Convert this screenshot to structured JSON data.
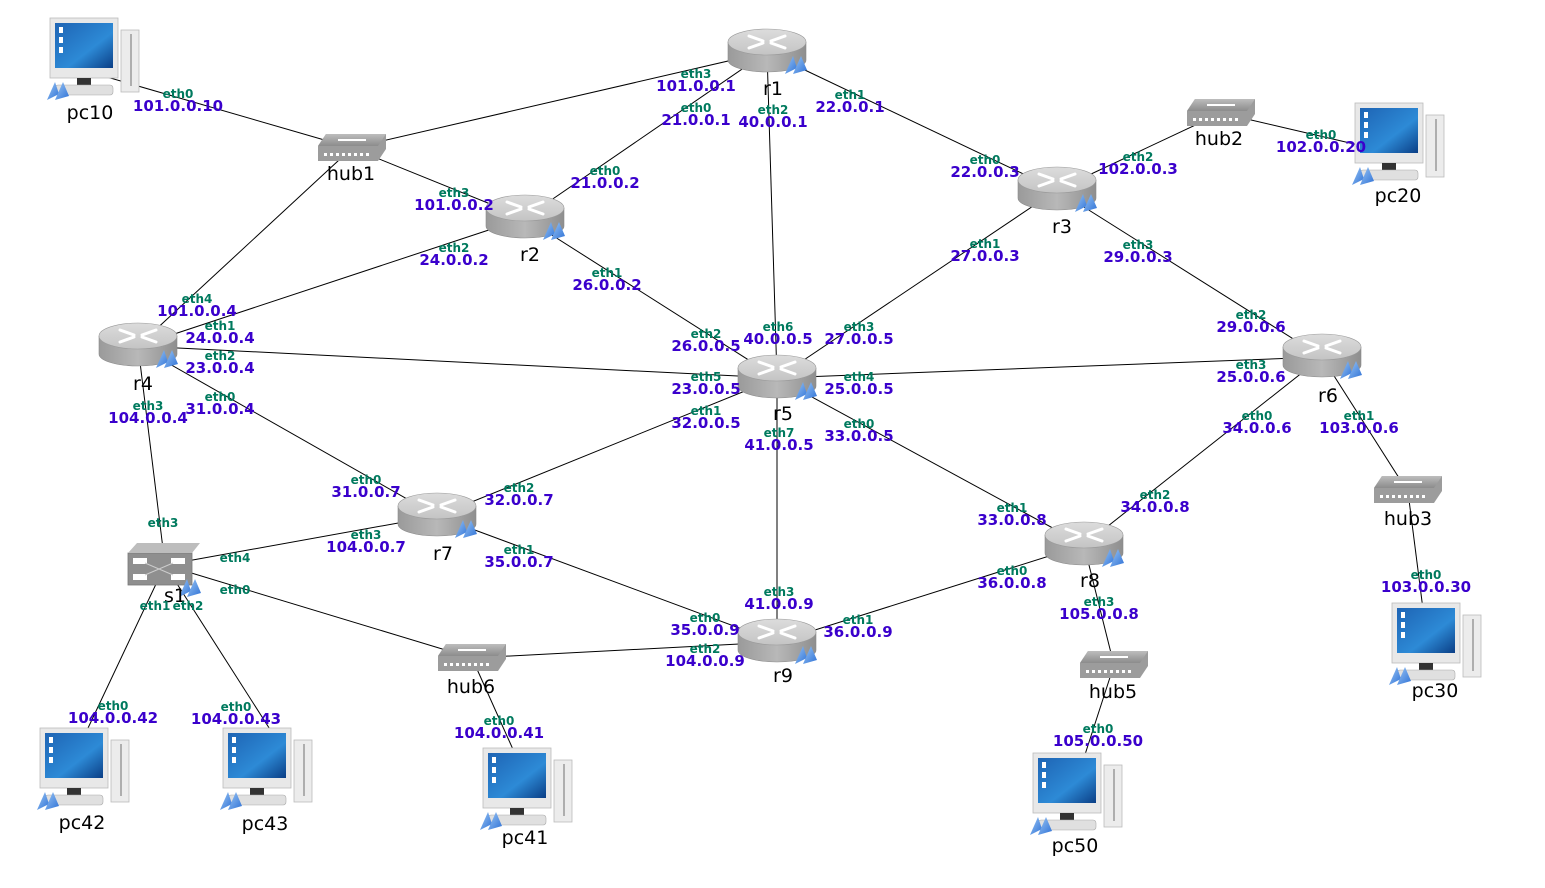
{
  "title": "Network topology",
  "colors": {
    "iface_name": "#007a5e",
    "iface_ip": "#3a00cc",
    "link": "#000000"
  },
  "nodes": [
    {
      "id": "pc10",
      "label": "pc10",
      "type": "pc",
      "icon": "desktop-computer-icon"
    },
    {
      "id": "pc20",
      "label": "pc20",
      "type": "pc",
      "icon": "desktop-computer-icon"
    },
    {
      "id": "pc30",
      "label": "pc30",
      "type": "pc",
      "icon": "desktop-computer-icon"
    },
    {
      "id": "pc41",
      "label": "pc41",
      "type": "pc",
      "icon": "desktop-computer-icon"
    },
    {
      "id": "pc42",
      "label": "pc42",
      "type": "pc",
      "icon": "desktop-computer-icon"
    },
    {
      "id": "pc43",
      "label": "pc43",
      "type": "pc",
      "icon": "desktop-computer-icon"
    },
    {
      "id": "pc50",
      "label": "pc50",
      "type": "pc",
      "icon": "desktop-computer-icon"
    },
    {
      "id": "hub1",
      "label": "hub1",
      "type": "hub",
      "icon": "hub-icon"
    },
    {
      "id": "hub2",
      "label": "hub2",
      "type": "hub",
      "icon": "hub-icon"
    },
    {
      "id": "hub3",
      "label": "hub3",
      "type": "hub",
      "icon": "hub-icon"
    },
    {
      "id": "hub5",
      "label": "hub5",
      "type": "hub",
      "icon": "hub-icon"
    },
    {
      "id": "hub6",
      "label": "hub6",
      "type": "hub",
      "icon": "hub-icon"
    },
    {
      "id": "s1",
      "label": "s1",
      "type": "switch",
      "icon": "switch-icon"
    },
    {
      "id": "r1",
      "label": "r1",
      "type": "router",
      "icon": "router-icon"
    },
    {
      "id": "r2",
      "label": "r2",
      "type": "router",
      "icon": "router-icon"
    },
    {
      "id": "r3",
      "label": "r3",
      "type": "router",
      "icon": "router-icon"
    },
    {
      "id": "r4",
      "label": "r4",
      "type": "router",
      "icon": "router-icon"
    },
    {
      "id": "r5",
      "label": "r5",
      "type": "router",
      "icon": "router-icon"
    },
    {
      "id": "r6",
      "label": "r6",
      "type": "router",
      "icon": "router-icon"
    },
    {
      "id": "r7",
      "label": "r7",
      "type": "router",
      "icon": "router-icon"
    },
    {
      "id": "r8",
      "label": "r8",
      "type": "router",
      "icon": "router-icon"
    },
    {
      "id": "r9",
      "label": "r9",
      "type": "router",
      "icon": "router-icon"
    }
  ],
  "links": [
    {
      "a": "pc10",
      "b": "hub1"
    },
    {
      "a": "hub1",
      "b": "r1"
    },
    {
      "a": "hub1",
      "b": "r2"
    },
    {
      "a": "hub1",
      "b": "r4"
    },
    {
      "a": "r1",
      "b": "r2"
    },
    {
      "a": "r1",
      "b": "r5"
    },
    {
      "a": "r1",
      "b": "r3"
    },
    {
      "a": "r3",
      "b": "hub2"
    },
    {
      "a": "hub2",
      "b": "pc20"
    },
    {
      "a": "r3",
      "b": "r5"
    },
    {
      "a": "r3",
      "b": "r6"
    },
    {
      "a": "r2",
      "b": "r4"
    },
    {
      "a": "r2",
      "b": "r5"
    },
    {
      "a": "r4",
      "b": "r5"
    },
    {
      "a": "r4",
      "b": "r7"
    },
    {
      "a": "r4",
      "b": "s1"
    },
    {
      "a": "r5",
      "b": "r6"
    },
    {
      "a": "r5",
      "b": "r7"
    },
    {
      "a": "r5",
      "b": "r8"
    },
    {
      "a": "r5",
      "b": "r9"
    },
    {
      "a": "r6",
      "b": "r8"
    },
    {
      "a": "r6",
      "b": "hub3"
    },
    {
      "a": "hub3",
      "b": "pc30"
    },
    {
      "a": "r7",
      "b": "s1"
    },
    {
      "a": "r7",
      "b": "r9"
    },
    {
      "a": "s1",
      "b": "hub6"
    },
    {
      "a": "s1",
      "b": "pc42"
    },
    {
      "a": "s1",
      "b": "pc43"
    },
    {
      "a": "hub6",
      "b": "r9"
    },
    {
      "a": "hub6",
      "b": "pc41"
    },
    {
      "a": "r9",
      "b": "r8"
    },
    {
      "a": "r8",
      "b": "hub5"
    },
    {
      "a": "hub5",
      "b": "pc50"
    }
  ],
  "interfaces": [
    {
      "node": "pc10",
      "name": "eth0",
      "ip": "101.0.0.10"
    },
    {
      "node": "r1",
      "name": "eth3",
      "ip": "101.0.0.1"
    },
    {
      "node": "r1",
      "name": "eth0",
      "ip": "21.0.0.1"
    },
    {
      "node": "r1",
      "name": "eth2",
      "ip": "40.0.0.1"
    },
    {
      "node": "r1",
      "name": "eth1",
      "ip": "22.0.0.1"
    },
    {
      "node": "r2",
      "name": "eth0",
      "ip": "21.0.0.2"
    },
    {
      "node": "r2",
      "name": "eth3",
      "ip": "101.0.0.2"
    },
    {
      "node": "r2",
      "name": "eth2",
      "ip": "24.0.0.2"
    },
    {
      "node": "r2",
      "name": "eth1",
      "ip": "26.0.0.2"
    },
    {
      "node": "r3",
      "name": "eth0",
      "ip": "22.0.0.3"
    },
    {
      "node": "r3",
      "name": "eth2",
      "ip": "102.0.0.3"
    },
    {
      "node": "r3",
      "name": "eth1",
      "ip": "27.0.0.3"
    },
    {
      "node": "r3",
      "name": "eth3",
      "ip": "29.0.0.3"
    },
    {
      "node": "pc20",
      "name": "eth0",
      "ip": "102.0.0.20"
    },
    {
      "node": "r4",
      "name": "eth4",
      "ip": "101.0.0.4"
    },
    {
      "node": "r4",
      "name": "eth1",
      "ip": "24.0.0.4"
    },
    {
      "node": "r4",
      "name": "eth2",
      "ip": "23.0.0.4"
    },
    {
      "node": "r4",
      "name": "eth0",
      "ip": "31.0.0.4"
    },
    {
      "node": "r4",
      "name": "eth3",
      "ip": "104.0.0.4"
    },
    {
      "node": "r5",
      "name": "eth2",
      "ip": "26.0.0.5"
    },
    {
      "node": "r5",
      "name": "eth6",
      "ip": "40.0.0.5"
    },
    {
      "node": "r5",
      "name": "eth3",
      "ip": "27.0.0.5"
    },
    {
      "node": "r5",
      "name": "eth5",
      "ip": "23.0.0.5"
    },
    {
      "node": "r5",
      "name": "eth4",
      "ip": "25.0.0.5"
    },
    {
      "node": "r5",
      "name": "eth1",
      "ip": "32.0.0.5"
    },
    {
      "node": "r5",
      "name": "eth7",
      "ip": "41.0.0.5"
    },
    {
      "node": "r5",
      "name": "eth0",
      "ip": "33.0.0.5"
    },
    {
      "node": "r6",
      "name": "eth2",
      "ip": "29.0.0.6"
    },
    {
      "node": "r6",
      "name": "eth3",
      "ip": "25.0.0.6"
    },
    {
      "node": "r6",
      "name": "eth0",
      "ip": "34.0.0.6"
    },
    {
      "node": "r6",
      "name": "eth1",
      "ip": "103.0.0.6"
    },
    {
      "node": "r7",
      "name": "eth0",
      "ip": "31.0.0.7"
    },
    {
      "node": "r7",
      "name": "eth2",
      "ip": "32.0.0.7"
    },
    {
      "node": "r7",
      "name": "eth3",
      "ip": "104.0.0.7"
    },
    {
      "node": "r7",
      "name": "eth1",
      "ip": "35.0.0.7"
    },
    {
      "node": "r8",
      "name": "eth1",
      "ip": "33.0.0.8"
    },
    {
      "node": "r8",
      "name": "eth2",
      "ip": "34.0.0.8"
    },
    {
      "node": "r8",
      "name": "eth0",
      "ip": "36.0.0.8"
    },
    {
      "node": "r8",
      "name": "eth3",
      "ip": "105.0.0.8"
    },
    {
      "node": "r9",
      "name": "eth3",
      "ip": "41.0.0.9"
    },
    {
      "node": "r9",
      "name": "eth0",
      "ip": "35.0.0.9"
    },
    {
      "node": "r9",
      "name": "eth1",
      "ip": "36.0.0.9"
    },
    {
      "node": "r9",
      "name": "eth2",
      "ip": "104.0.0.9"
    },
    {
      "node": "pc30",
      "name": "eth0",
      "ip": "103.0.0.30"
    },
    {
      "node": "pc50",
      "name": "eth0",
      "ip": "105.0.0.50"
    },
    {
      "node": "pc41",
      "name": "eth0",
      "ip": "104.0.0.41"
    },
    {
      "node": "pc42",
      "name": "eth0",
      "ip": "104.0.0.42"
    },
    {
      "node": "pc43",
      "name": "eth0",
      "ip": "104.0.0.43"
    }
  ],
  "port_labels": [
    {
      "node": "s1",
      "name": "eth3"
    },
    {
      "node": "s1",
      "name": "eth4"
    },
    {
      "node": "s1",
      "name": "eth0"
    },
    {
      "node": "s1",
      "name": "eth1"
    },
    {
      "node": "s1",
      "name": "eth2"
    }
  ]
}
